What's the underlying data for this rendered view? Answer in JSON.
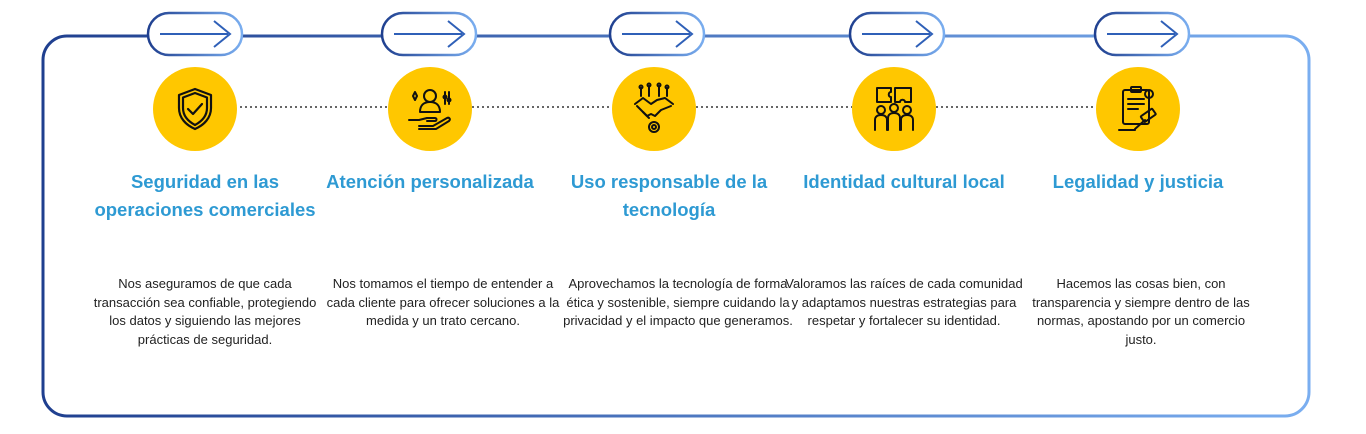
{
  "values": [
    {
      "title": "Seguridad en las operaciones comerciales",
      "description": "Nos aseguramos de que cada transacción sea confiable, protegiendo los datos y siguiendo las mejores prácticas de seguridad.",
      "icon": "shield-check-icon"
    },
    {
      "title": "Atención personalizada",
      "description": "Nos tomamos el tiempo de entender a cada cliente para ofrecer soluciones a la medida y un trato cercano.",
      "icon": "customer-care-icon"
    },
    {
      "title": "Uso responsable de la tecnología",
      "description": "Aprovechamos la tecnología de forma ética y sostenible, siempre cuidando la privacidad y el impacto que generamos.",
      "icon": "tech-handshake-icon"
    },
    {
      "title": "Identidad cultural local",
      "description": "Valoramos las raíces de cada comunidad y adaptamos nuestras estrategias para respetar y fortalecer su identidad.",
      "icon": "community-puzzle-icon"
    },
    {
      "title": "Legalidad y justicia",
      "description": "Hacemos las cosas bien, con transparencia y siempre dentro de las normas, apostando por un comercio justo.",
      "icon": "legal-document-gavel-icon"
    }
  ],
  "colors": {
    "accent_yellow": "#FFC700",
    "title_blue": "#2E9AD3",
    "frame_dark": "#1F3F8F",
    "frame_light": "#7AAEF0",
    "text": "#222222"
  }
}
